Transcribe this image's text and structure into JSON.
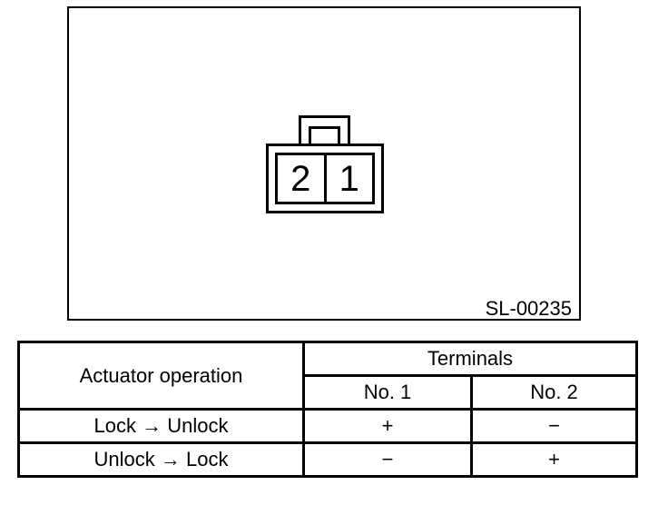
{
  "colors": {
    "line": "#000000",
    "background": "#ffffff"
  },
  "figure": {
    "id_label": "SL-00235",
    "connector": {
      "left_terminal": "2",
      "right_terminal": "1"
    }
  },
  "table": {
    "operation_header": "Actuator operation",
    "terminals_header": "Terminals",
    "terminal_no1_header": "No. 1",
    "terminal_no2_header": "No. 2",
    "rows": [
      {
        "operation": "Lock → Unlock",
        "no1": "+",
        "no2": "−"
      },
      {
        "operation": "Unlock → Lock",
        "no1": "−",
        "no2": "+"
      }
    ]
  }
}
